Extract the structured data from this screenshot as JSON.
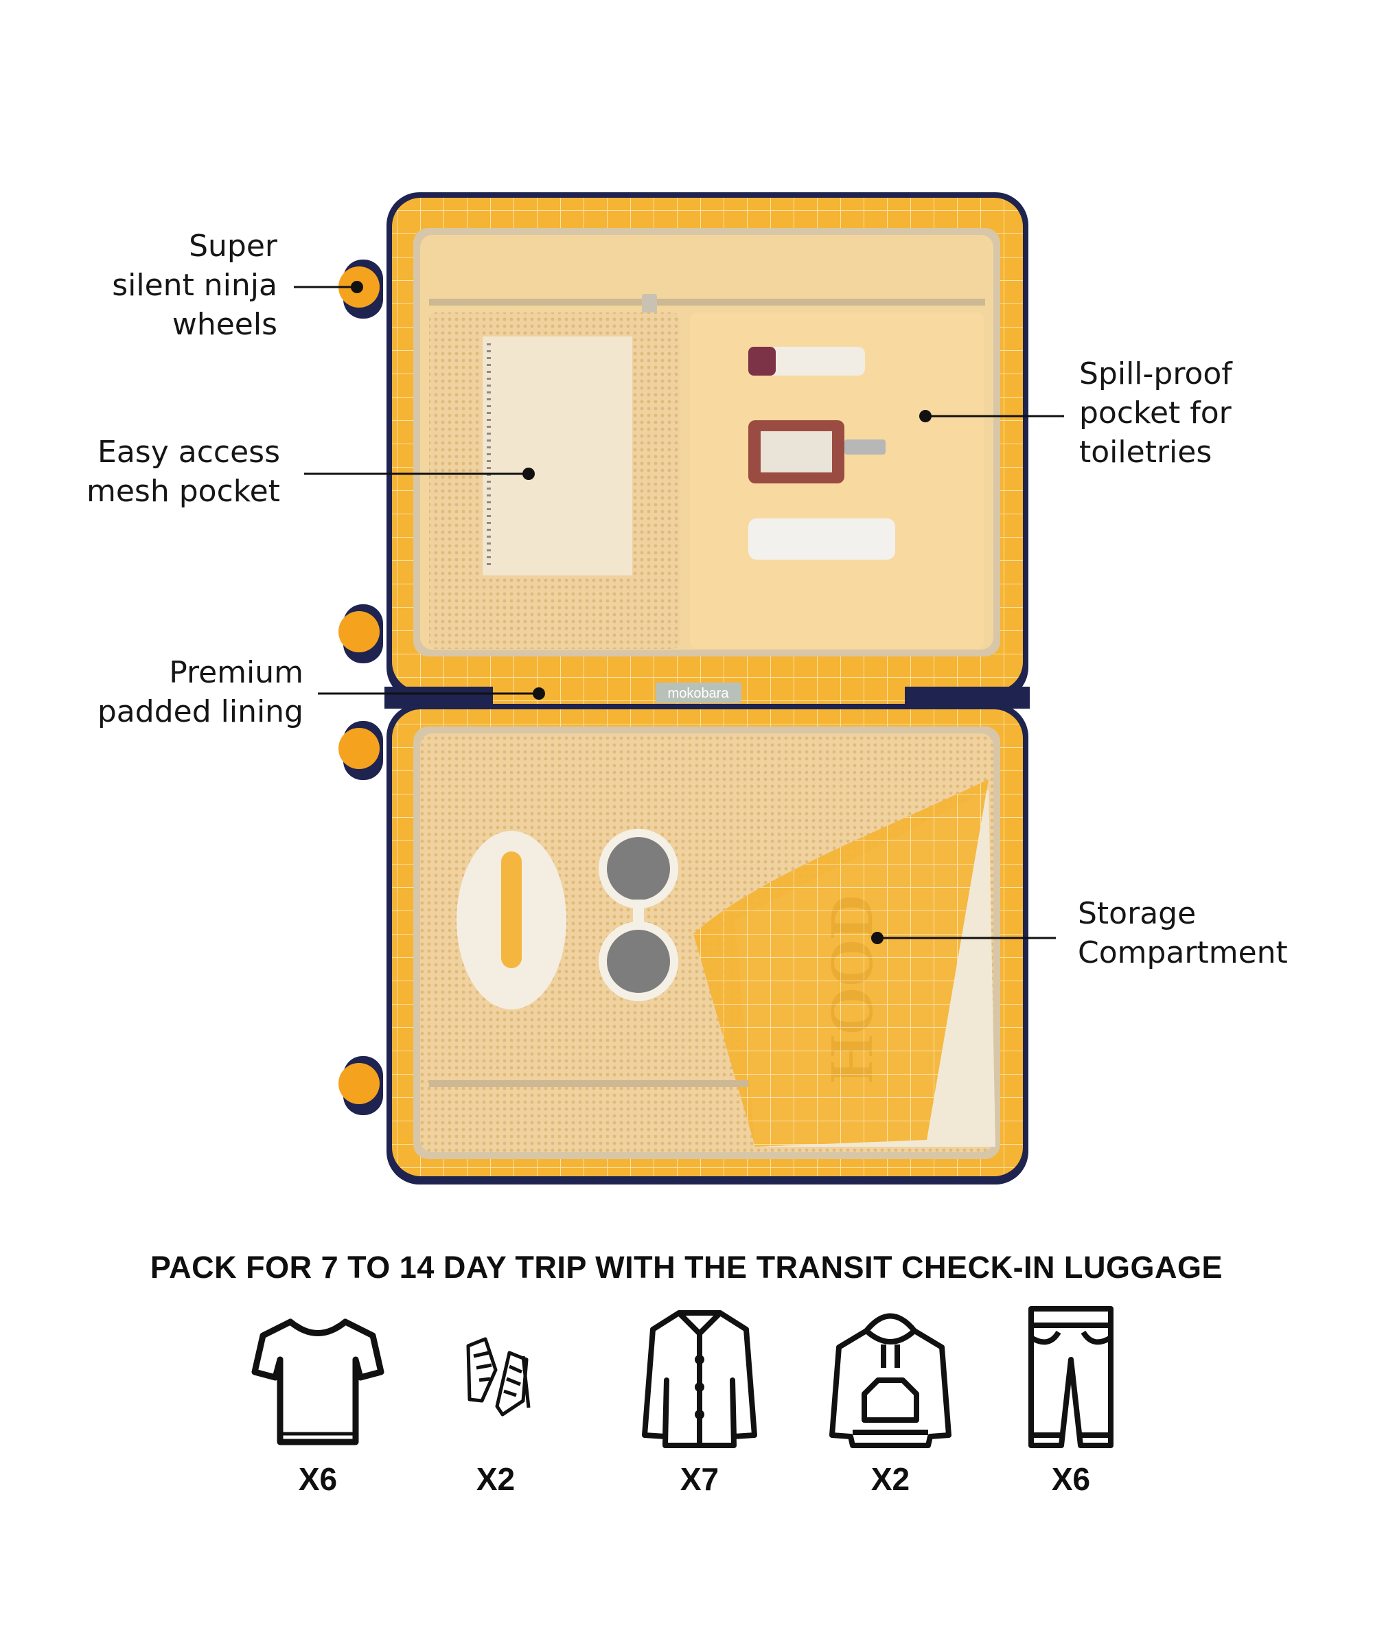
{
  "colors": {
    "lining": "#f5b433",
    "lining_light": "#f9cc6a",
    "shell": "#1e2350",
    "mesh": "#edd3a3",
    "wheel": "#f5a21f"
  },
  "callouts": {
    "wheels": "Super\nsilent ninja\nwheels",
    "mesh_pocket": "Easy access\nmesh pocket",
    "padded_lining": "Premium\npadded lining",
    "spill_proof": "Spill-proof\npocket for\ntoiletries",
    "storage": "Storage\nCompartment"
  },
  "brand_tag": "mokobara",
  "headline": "PACK FOR 7 TO 14 DAY TRIP WITH THE TRANSIT CHECK-IN LUGGAGE",
  "pack_items": [
    {
      "icon": "tshirt-icon",
      "qty": "X6"
    },
    {
      "icon": "sneakers-icon",
      "qty": "X2"
    },
    {
      "icon": "shirt-icon",
      "qty": "X7"
    },
    {
      "icon": "hoodie-icon",
      "qty": "X2"
    },
    {
      "icon": "trousers-icon",
      "qty": "X6"
    }
  ]
}
